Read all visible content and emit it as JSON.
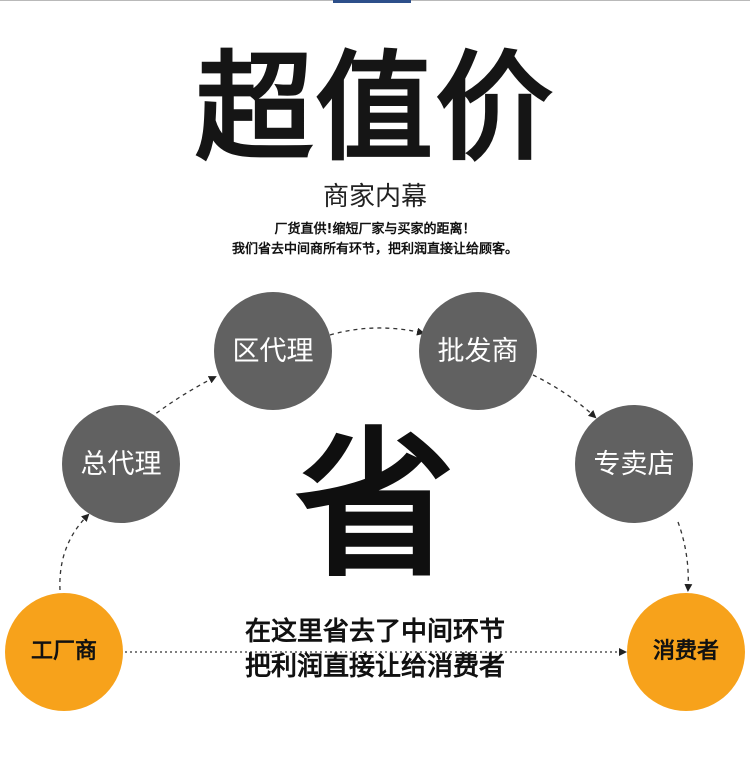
{
  "headline": {
    "title": "超值价",
    "subtitle": "商家内幕",
    "tagline_1": "厂货直供!缩短厂家与买家的距离！",
    "tagline_2": "我们省去中间商所有环节，把利润直接让给顾客。"
  },
  "chain": {
    "factory": "工厂商",
    "general_agent": "总代理",
    "regional_agent": "区代理",
    "wholesaler": "批发商",
    "retail_store": "专卖店",
    "consumer": "消费者"
  },
  "center": {
    "save_char": "省",
    "message_1": "在这里省去了中间环节",
    "message_2": "把利润直接让给消费者"
  },
  "colors": {
    "grey_circle": "#616161",
    "orange_circle": "#f7a21b",
    "text": "#111111"
  }
}
